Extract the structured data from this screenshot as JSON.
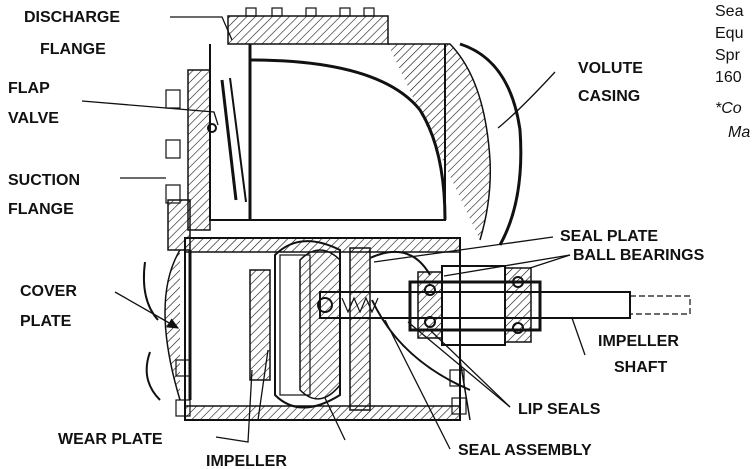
{
  "labels": {
    "discharge_flange": [
      "DISCHARGE",
      "FLANGE"
    ],
    "flap_valve": [
      "FLAP",
      "VALVE"
    ],
    "suction_flange": [
      "SUCTION",
      "FLANGE"
    ],
    "cover_plate": [
      "COVER",
      "PLATE"
    ],
    "wear_plate": "WEAR PLATE",
    "impeller": "IMPELLER",
    "seal_assembly": "SEAL ASSEMBLY",
    "lip_seals": "LIP SEALS",
    "impeller_shaft": [
      "IMPELLER",
      "SHAFT"
    ],
    "ball_bearings": "BALL BEARINGS",
    "seal_plate": "SEAL PLATE",
    "volute_casing": [
      "VOLUTE",
      "CASING"
    ]
  },
  "side_text": {
    "lines": [
      "Sea",
      "Equ",
      "Spr",
      "160"
    ],
    "italic_lines": [
      "*Co",
      "Ma"
    ]
  }
}
